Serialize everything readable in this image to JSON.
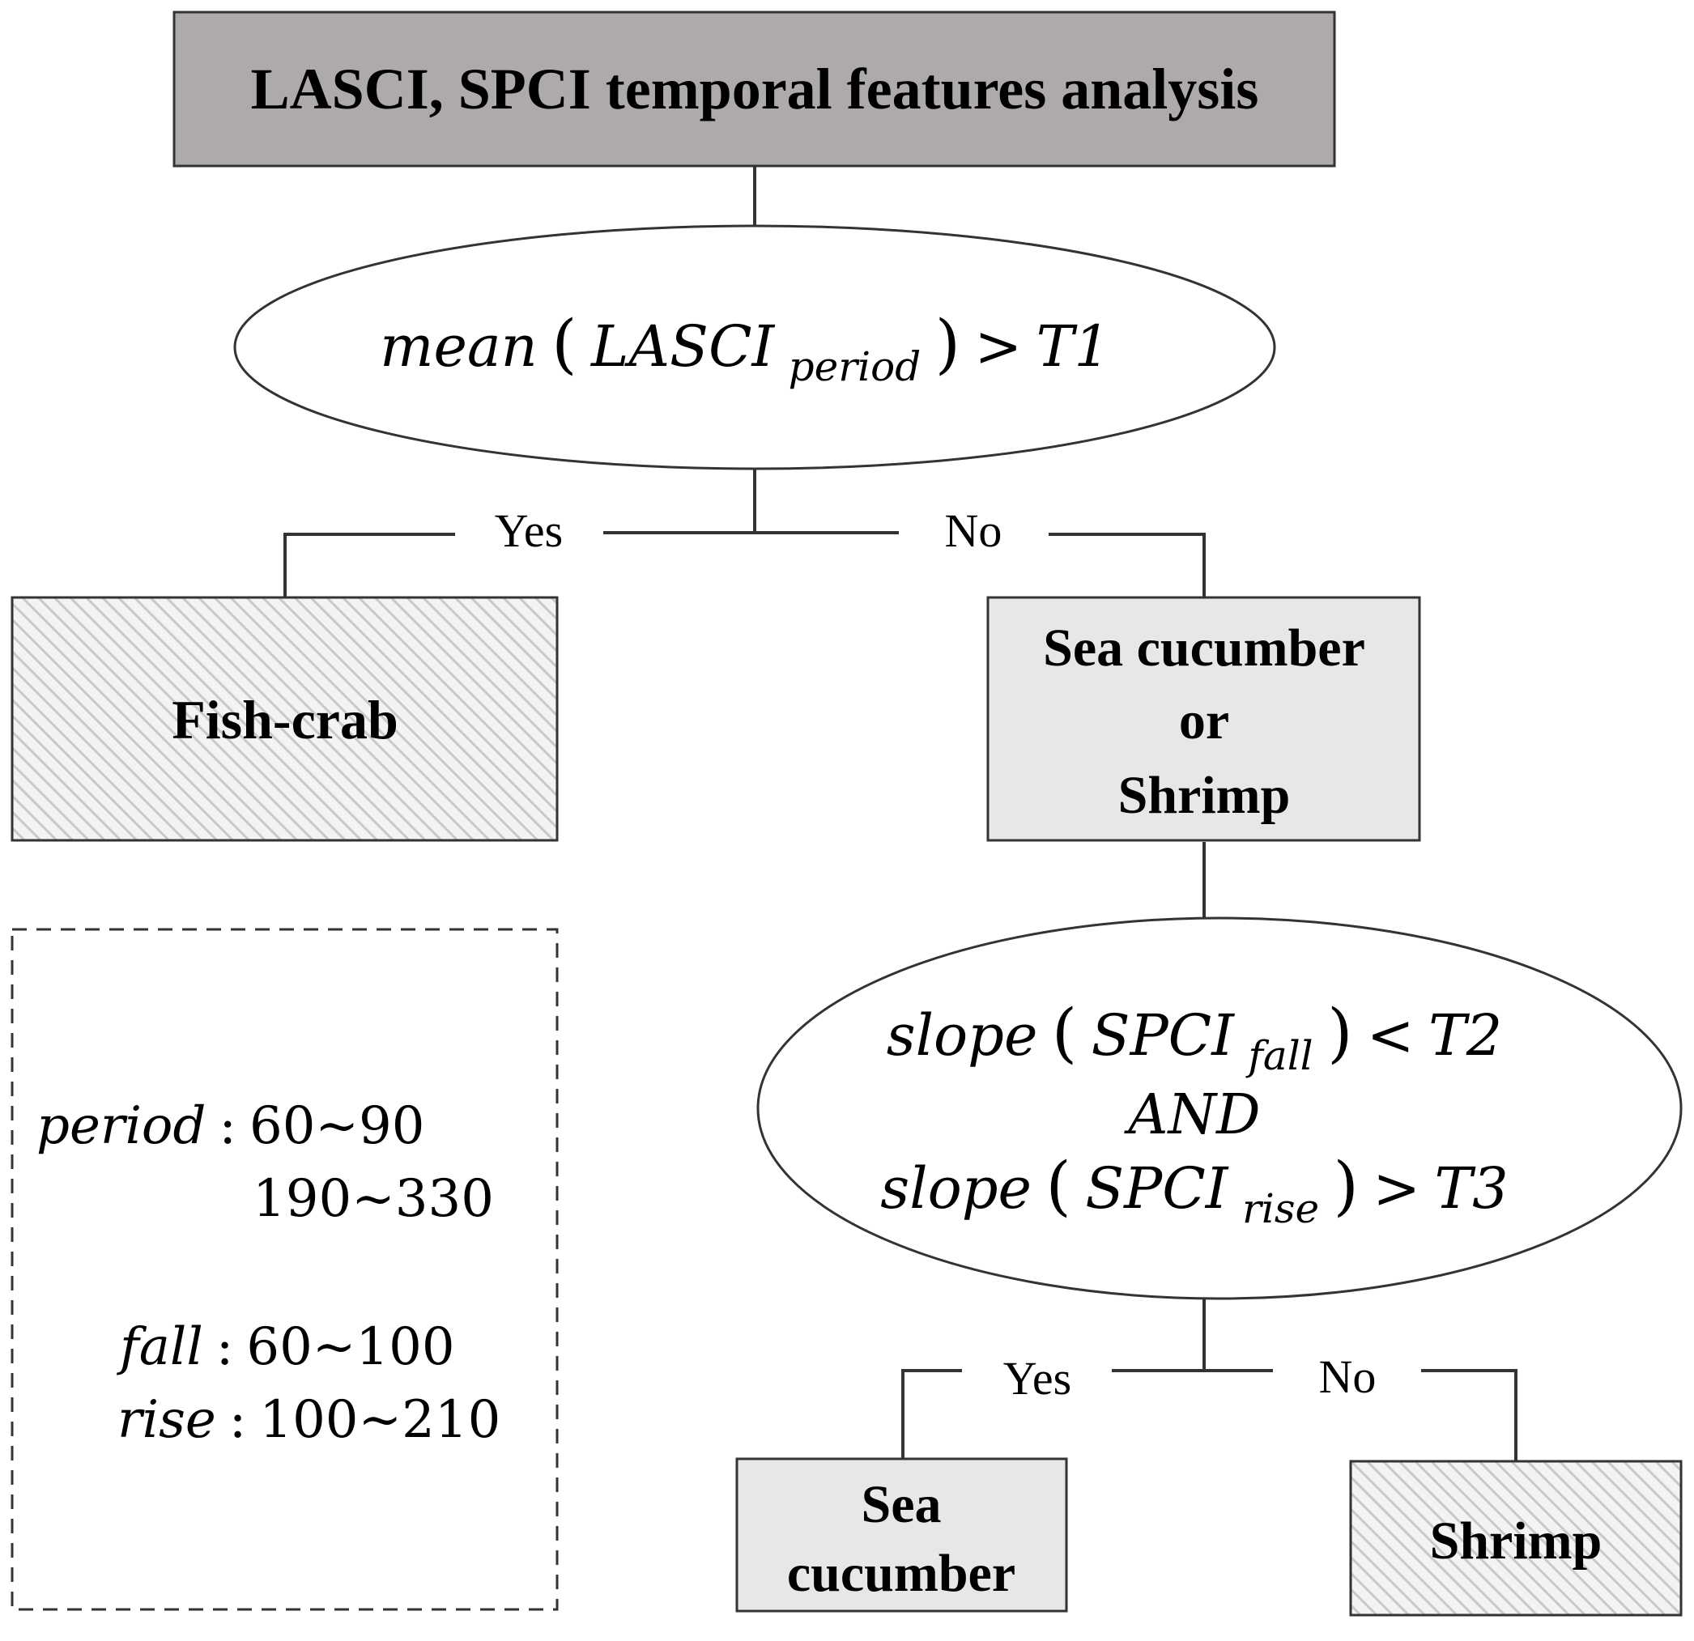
{
  "title": "LASCI, SPCI temporal features analysis",
  "decision1": {
    "func": "mean",
    "arg": "LASCI",
    "sub": "period",
    "op": ">",
    "threshold": "T1"
  },
  "branch1": {
    "yes": "Yes",
    "no": "No"
  },
  "leaf_fish_crab": "Fish-crab",
  "intermediate": {
    "line1": "Sea cucumber",
    "line2": "or",
    "line3": "Shrimp"
  },
  "decision2": {
    "cond1": {
      "func": "slope",
      "arg": "SPCI",
      "sub": "fall",
      "op": "<",
      "threshold": "T2"
    },
    "joiner": "AND",
    "cond2": {
      "func": "slope",
      "arg": "SPCI",
      "sub": "rise",
      "op": ">",
      "threshold": "T3"
    }
  },
  "branch2": {
    "yes": "Yes",
    "no": "No"
  },
  "leaf_sea_cucumber": {
    "line1": "Sea",
    "line2": "cucumber"
  },
  "leaf_shrimp": "Shrimp",
  "legend": {
    "period_label": "period",
    "period_values": [
      "60~90",
      "190~330"
    ],
    "fall_label": "fall",
    "fall_value": "60~100",
    "rise_label": "rise",
    "rise_value": "100~210"
  },
  "colors": {
    "title_fill": "#aeaaaa",
    "intermediate_fill": "#e8e6e6",
    "hatch_line": "#c9c9c9",
    "stroke": "#333333"
  }
}
